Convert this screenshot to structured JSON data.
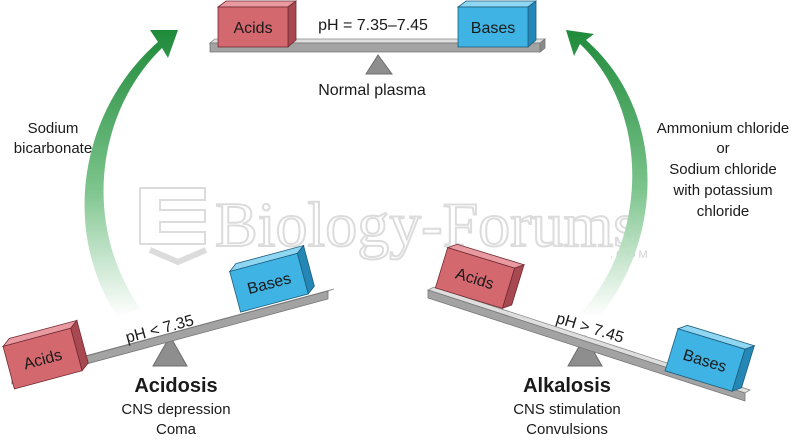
{
  "normal": {
    "acids_label": "Acids",
    "bases_label": "Bases",
    "ph_label": "pH = 7.35–7.45",
    "caption": "Normal plasma"
  },
  "acidosis": {
    "acids_label": "Acids",
    "bases_label": "Bases",
    "ph_label": "pH < 7.35",
    "title": "Acidosis",
    "line1": "CNS depression",
    "line2": "Coma"
  },
  "alkalosis": {
    "acids_label": "Acids",
    "bases_label": "Bases",
    "ph_label": "pH > 7.45",
    "title": "Alkalosis",
    "line1": "CNS stimulation",
    "line2": "Convulsions"
  },
  "left_treatment": {
    "line1": "Sodium",
    "line2": "bicarbonate"
  },
  "right_treatment": {
    "line1": "Ammonium chloride",
    "line2": "or",
    "line3": "Sodium chloride",
    "line4": "with potassium",
    "line5": "chloride"
  },
  "watermark": {
    "main": "Biology-Forums",
    "sub": ".COM"
  },
  "colors": {
    "acids_front": "#d4686f",
    "acids_top": "#e89aa0",
    "acids_side": "#a84850",
    "bases_front": "#3fb3e3",
    "bases_top": "#8fd6f2",
    "bases_side": "#2487b5",
    "beam_top": "#dedede",
    "beam_front": "#9d9d9d",
    "fulcrum": "#8e8e8e",
    "arrow_green": "#2e9a46"
  }
}
